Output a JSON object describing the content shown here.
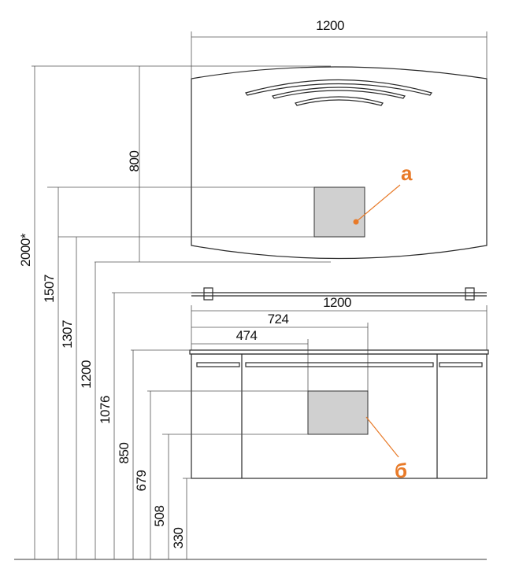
{
  "colors": {
    "line": "#3a3a3a",
    "accent": "#e87a28",
    "panel_fill": "#d0d0d0",
    "panel_stroke": "#333333"
  },
  "dimensions": {
    "mirror_width": "1200",
    "mirror_height": "800",
    "cabinet_width": "1200",
    "offset_724": "724",
    "offset_474": "474",
    "total_height": "2000*",
    "h_1507": "1507",
    "h_1307": "1307",
    "h_1200": "1200",
    "h_1076": "1076",
    "h_850": "850",
    "h_679": "679",
    "h_508": "508",
    "h_330": "330"
  },
  "callouts": {
    "a": "а",
    "b": "б"
  }
}
